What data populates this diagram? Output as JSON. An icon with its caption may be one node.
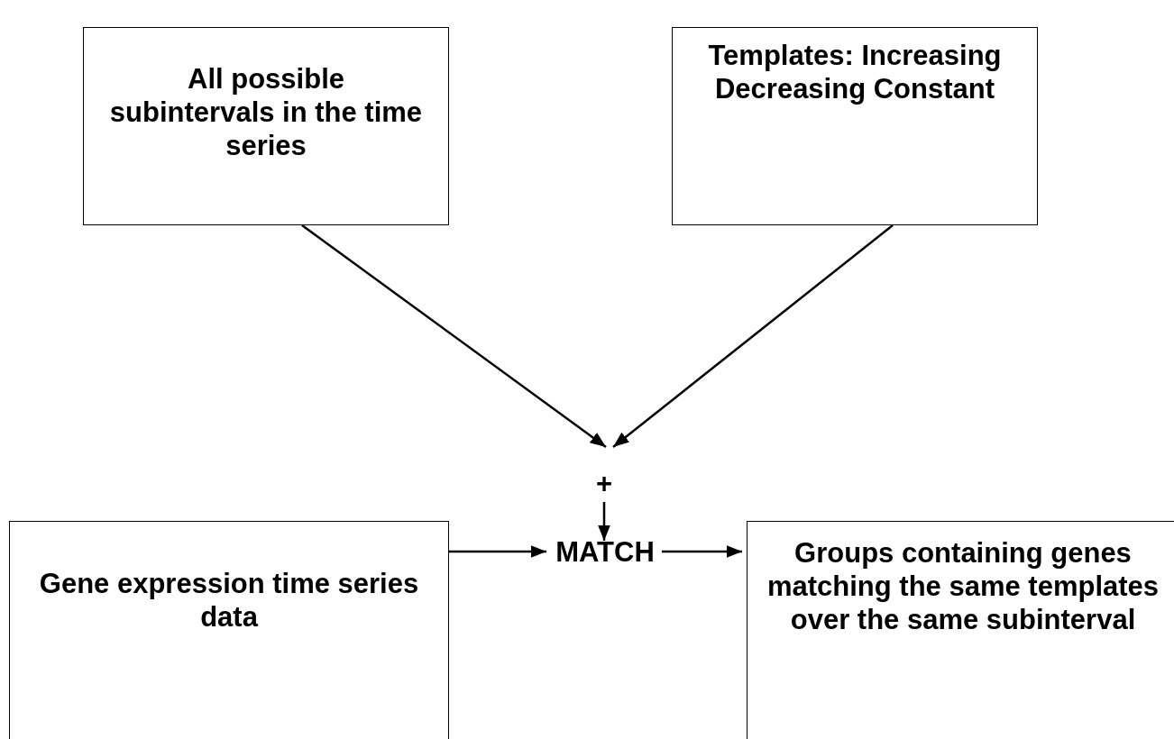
{
  "diagram": {
    "nodes": [
      {
        "text": [
          "All possible subintervals in the time series"
        ]
      },
      {
        "text": [
          "Templates: Increasing Decreasing Constant"
        ]
      },
      {
        "text": [
          "+"
        ]
      },
      {
        "text": [
          "Gene expression time series data"
        ]
      },
      {
        "text": [
          "MATCH"
        ]
      },
      {
        "text": [
          "Groups containing genes matching the same templates over the same subinterval"
        ]
      }
    ],
    "edges": [
      {
        "from": 0,
        "to": 2,
        "arrow": "to"
      },
      {
        "from": 1,
        "to": 2,
        "arrow": "to"
      },
      {
        "from": 2,
        "to": 4,
        "arrow": "to"
      },
      {
        "from": 3,
        "to": 4,
        "arrow": "to"
      },
      {
        "from": 4,
        "to": 5,
        "arrow": "to"
      }
    ]
  }
}
